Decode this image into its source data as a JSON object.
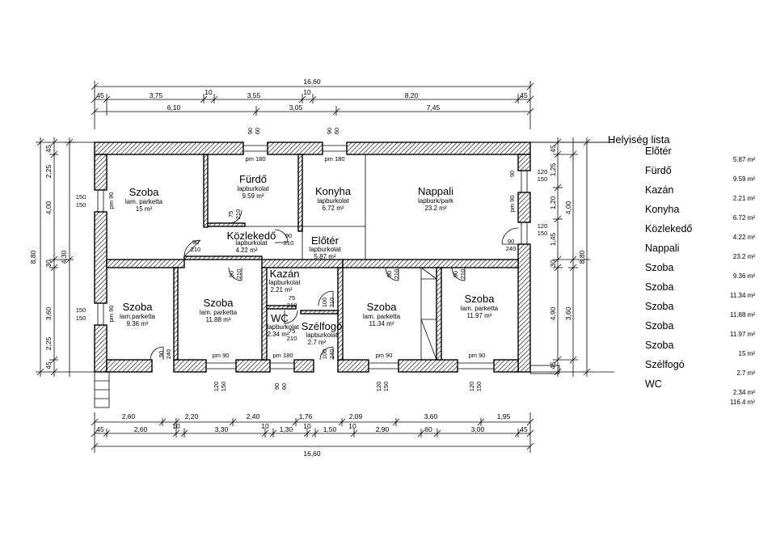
{
  "rooms": [
    {
      "name": "Szoba",
      "floor": "lam. parketta",
      "area": "15 m²"
    },
    {
      "name": "Fürdő",
      "floor": "lapburkolat",
      "area": "9.59 m²"
    },
    {
      "name": "Konyha",
      "floor": "lapburkolat",
      "area": "6.72 m²"
    },
    {
      "name": "Nappali",
      "floor": "lapburk/park",
      "area": "23.2 m²"
    },
    {
      "name": "Közlekedő",
      "floor": "lapburkolat",
      "area": "4.22 m²"
    },
    {
      "name": "Előtér",
      "floor": "lapburkolat",
      "area": "5.87 m²"
    },
    {
      "name": "Szoba",
      "floor": "lam.parketta",
      "area": "9.36 m²"
    },
    {
      "name": "Szoba",
      "floor": "lam. parketta",
      "area": "11.88 m²"
    },
    {
      "name": "Kazán",
      "floor": "lapburkolat",
      "area": "2.21 m²"
    },
    {
      "name": "WC",
      "floor": "lapburkolat",
      "area": "2.34 m²"
    },
    {
      "name": "Szélfogó",
      "floor": "lapburkolat",
      "area": "2.7 m²"
    },
    {
      "name": "Szoba",
      "floor": "lam. parketta",
      "area": "11.34 m²"
    },
    {
      "name": "Szoba",
      "floor": "lam. parketta",
      "area": "11.97 m²"
    }
  ],
  "room_list": {
    "title": "Helyiség lista",
    "items": [
      {
        "name": "Előtér",
        "area": "5.87 m²"
      },
      {
        "name": "Fürdő",
        "area": "9.59 m²"
      },
      {
        "name": "Kazán",
        "area": "2.21 m²"
      },
      {
        "name": "Konyha",
        "area": "6.72 m²"
      },
      {
        "name": "Közlekedő",
        "area": "4.22 m²"
      },
      {
        "name": "Nappali",
        "area": "23.2 m²"
      },
      {
        "name": "Szoba",
        "area": "9.36 m²"
      },
      {
        "name": "Szoba",
        "area": "11.34 m²"
      },
      {
        "name": "Szoba",
        "area": "11.88 m²"
      },
      {
        "name": "Szoba",
        "area": "11.97 m²"
      },
      {
        "name": "Szoba",
        "area": "15 m²"
      },
      {
        "name": "Szélfogó",
        "area": "2.7 m²"
      },
      {
        "name": "WC",
        "area": "2.34 m²"
      }
    ],
    "total": "116.4 m²"
  },
  "dimensions": {
    "top_total": "16,60",
    "top_row2": [
      "45",
      "3,75",
      "10",
      "3,55",
      "10",
      "8,20",
      "45"
    ],
    "top_row3": [
      "6,10",
      "3,05",
      "7,45"
    ],
    "bottom_row1": [
      "2,60",
      "2,20",
      "2,40",
      "1,76",
      "2,09",
      "3,60",
      "1,95"
    ],
    "bottom_row2": [
      "45",
      "2,60",
      "10",
      "3,30",
      "10",
      "1,30",
      "10",
      "1,50",
      "10",
      "2,90",
      "60",
      "3,00",
      "45"
    ],
    "bottom_total": "16,60",
    "left_outer": "8,80",
    "left_row1": [
      "45",
      "2,25",
      "4,00",
      "30",
      "3,60",
      "2,25",
      "45"
    ],
    "left_row2": "4,30",
    "right_row1": [
      "45",
      "1,25",
      "1,20",
      "1,45",
      "30",
      "4,90",
      "45"
    ],
    "right_row2": [
      "4,00",
      "3,60"
    ],
    "right_outer": "8,80"
  },
  "openings": {
    "pm180": "pm 180",
    "pm90": "pm 90",
    "w90": "90",
    "w60": "60",
    "w120": "120",
    "w150": "150",
    "w210": "210",
    "w240": "240",
    "w75": "75",
    "w100": "100"
  }
}
